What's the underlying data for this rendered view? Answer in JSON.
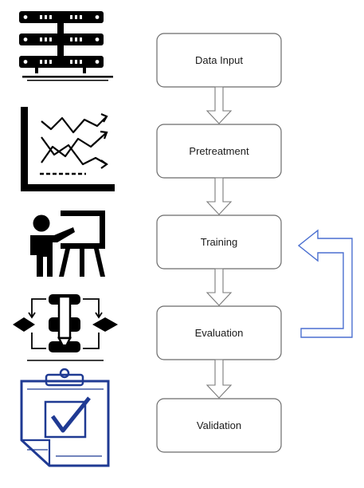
{
  "diagram": {
    "steps": [
      {
        "label": "Data Input",
        "icon": "server-rack-icon"
      },
      {
        "label": "Pretreatment",
        "icon": "line-chart-icon"
      },
      {
        "label": "Training",
        "icon": "presenter-board-icon"
      },
      {
        "label": "Evaluation",
        "icon": "pencil-process-icon"
      },
      {
        "label": "Validation",
        "icon": "clipboard-checkmark-icon"
      }
    ],
    "flow": "top-to-bottom",
    "feedback_loop": {
      "from": "Evaluation",
      "to": "Training"
    },
    "colors": {
      "box_border": "#6b6b6b",
      "arrow_border": "#7a7a7a",
      "loop_arrow": "#4a6fd0",
      "icon_dark": "#000000",
      "icon_blue": "#1f3a93"
    }
  }
}
